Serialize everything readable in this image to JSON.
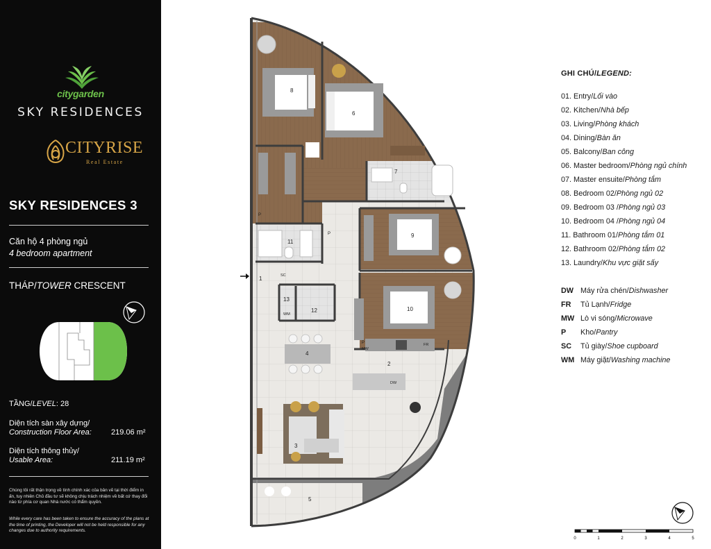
{
  "branding": {
    "citygarden": "citygarden",
    "sky_residences": "SKY RESIDENCES",
    "developer_name": "CITYRISE",
    "developer_sub": "Real Estate"
  },
  "project": {
    "title": "SKY RESIDENCES 3",
    "apartment_vi": "Căn hộ 4 phòng ngủ",
    "apartment_en": "4 bedroom apartment",
    "tower_prefix": "THÁP/",
    "tower_word": "TOWER",
    "tower_name": " CRESCENT",
    "level_prefix": "TẦNG/",
    "level_word": "LEVEL",
    "level_value": ": 28",
    "construction_area_vi": "Diện tích sàn xây dựng/",
    "construction_area_en": "Construction Floor Area:",
    "construction_area_value": "219.06 m²",
    "usable_area_vi": "Diện tích thông thủy/",
    "usable_area_en": "Usable Area:",
    "usable_area_value": "211.19 m²"
  },
  "disclaimer": {
    "vi": "Chúng tôi rất thận trọng về tính chính xác của bản vẽ tại thời điểm in ấn, tuy nhiên Chủ đầu tư sẽ không chịu trách nhiệm về bất cứ thay đổi nào từ phía cơ quan Nhà nước có thẩm quyền.",
    "en": "While every care has been taken to ensure the accuracy of the plans at the time of printing, the Developer will not be held responsible for any changes due to authority requirements."
  },
  "legend": {
    "title_vi": "GHI CHÚ/",
    "title_en": "LEGEND:",
    "rooms": [
      {
        "vi": "01. Entry/",
        "en": "Lối vào"
      },
      {
        "vi": "02. Kitchen/",
        "en": "Nhà bếp"
      },
      {
        "vi": "03. Living/",
        "en": "Phòng khách"
      },
      {
        "vi": "04. Dining/",
        "en": "Bàn ăn"
      },
      {
        "vi": "05. Balcony/",
        "en": "Ban công"
      },
      {
        "vi": "06. Master bedroom/",
        "en": "Phòng ngủ chính"
      },
      {
        "vi": "07. Master ensuite/",
        "en": "Phòng tắm"
      },
      {
        "vi": "08. Bedroom 02/",
        "en": "Phòng ngủ 02"
      },
      {
        "vi": "09. Bedroom 03 /",
        "en": "Phòng ngủ 03"
      },
      {
        "vi": "10. Bedroom 04 /",
        "en": "Phòng ngủ 04"
      },
      {
        "vi": "11. Bathroom 01/",
        "en": "Phòng tắm 01"
      },
      {
        "vi": "12. Bathroom 02/",
        "en": "Phòng tắm 02"
      },
      {
        "vi": "13. Laundry/",
        "en": "Khu vực giặt sấy"
      }
    ],
    "abbreviations": [
      {
        "code": "DW",
        "text": "Máy rửa chén/",
        "italic": "Dishwasher"
      },
      {
        "code": "FR",
        "text": "Tủ Lạnh/",
        "italic": "Fridge"
      },
      {
        "code": "MW",
        "text": "Lò vi sóng/",
        "italic": "Microwave"
      },
      {
        "code": "P",
        "text": "Kho/",
        "italic": "Pantry"
      },
      {
        "code": "SC",
        "text": "Tủ giày/",
        "italic": "Shoe cupboard"
      },
      {
        "code": "WM",
        "text": "Máy giặt/",
        "italic": "Washing machine"
      }
    ]
  },
  "plan_labels": {
    "r1": "1",
    "r2": "2",
    "r3": "3",
    "r4": "4",
    "r5": "5",
    "r6": "6",
    "r7": "7",
    "r8": "8",
    "r9": "9",
    "r10": "10",
    "r11": "11",
    "r12": "12",
    "r13": "13",
    "p1": "P",
    "p2": "P",
    "p3": "P",
    "sc": "SC",
    "wm": "WM",
    "pmw": "P\nMW",
    "fr": "FR",
    "dw": "DW"
  },
  "scale": {
    "ticks": [
      "0",
      "1",
      "2",
      "3",
      "4",
      "5"
    ]
  },
  "colors": {
    "panel_bg": "#0b0b0b",
    "brand_green": "#6cc04a",
    "brand_gold": "#d7a547",
    "wood_floor": "#8a6a4d",
    "tile_floor": "#ebe9e5",
    "wall": "#3d3d3d"
  }
}
